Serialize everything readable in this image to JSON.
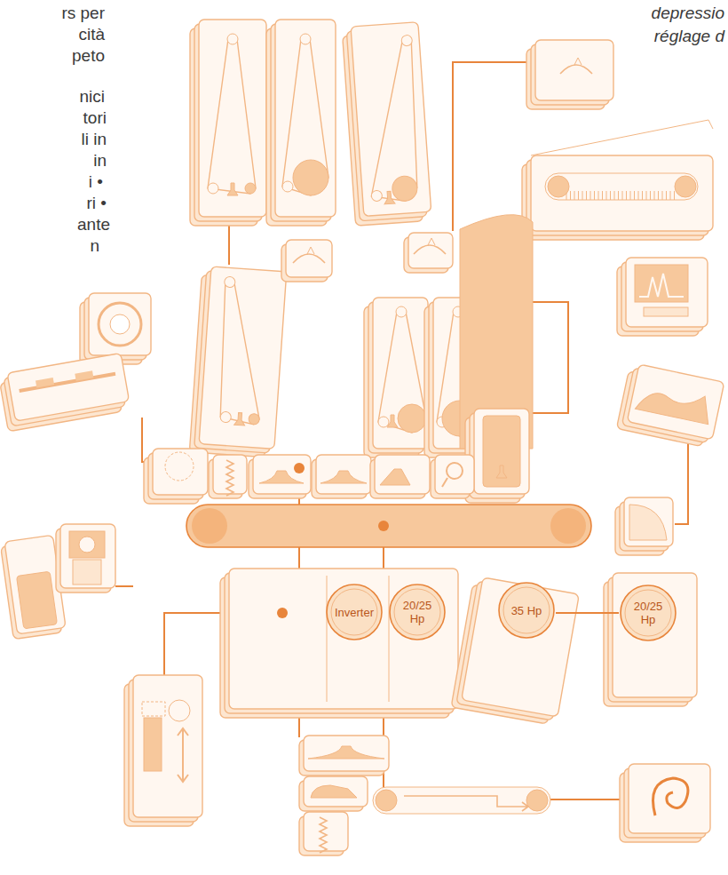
{
  "diagram": {
    "nodes": [
      {
        "text": [
          "Inverter"
        ]
      },
      {
        "text": [
          "20/25 Hp"
        ]
      },
      {
        "text": [
          "35 Hp"
        ]
      },
      {
        "text": [
          "20/25 Hp"
        ]
      }
    ],
    "edges": [
      {
        "from": 2,
        "to": 3,
        "arrow": "none"
      }
    ],
    "labels": [
      "rs per",
      "cità",
      "peto",
      "nici",
      "tori",
      "li in",
      "in",
      "i •",
      "ri •",
      "ante",
      "n",
      "depressio",
      "réglage d"
    ]
  }
}
